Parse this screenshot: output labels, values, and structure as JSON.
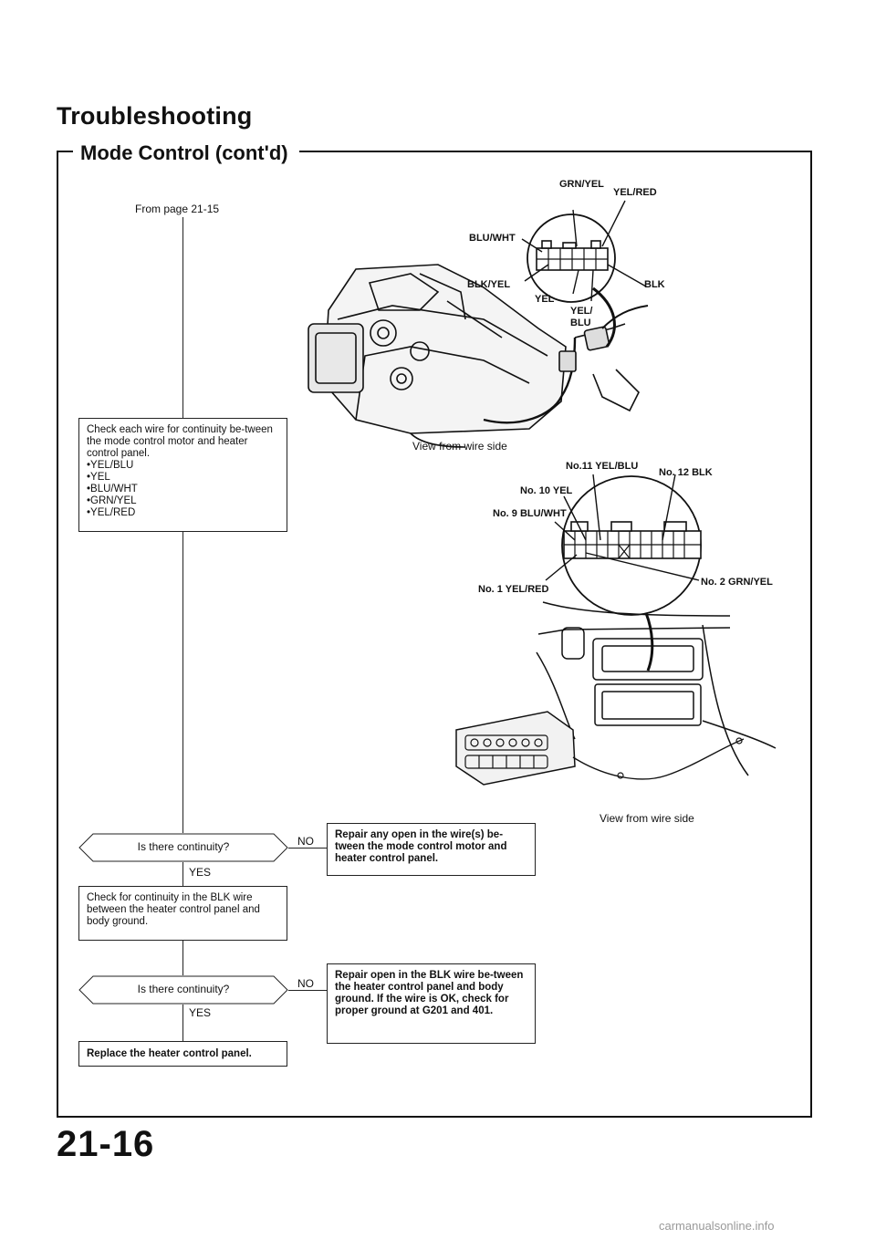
{
  "header": {
    "title": "Troubleshooting",
    "section": "Mode Control (cont'd)"
  },
  "flow": {
    "from_page": "From page 21-15",
    "check_wires": {
      "text": "Check each wire for continuity be-tween the mode control motor and heater control panel.",
      "items": [
        "YEL/BLU",
        "YEL",
        "BLU/WHT",
        "GRN/YEL",
        "YEL/RED"
      ]
    },
    "decision1": {
      "question": "Is there continuity?",
      "yes": "YES",
      "no": "NO"
    },
    "repair1": "Repair any open in the wire(s) be-tween the mode control motor and heater control panel.",
    "check_blk": "Check for continuity in the BLK wire between the heater control panel and body ground.",
    "decision2": {
      "question": "Is there continuity?",
      "yes": "YES",
      "no": "NO"
    },
    "repair2": "Repair open in the BLK wire be-tween the heater control panel and body ground. If the wire is OK, check for proper ground at G201 and 401.",
    "replace": "Replace the heater control panel."
  },
  "diagram_top": {
    "labels": {
      "grn_yel": "GRN/YEL",
      "yel_red": "YEL/RED",
      "blu_wht": "BLU/WHT",
      "blk_yel": "BLK/YEL",
      "blk": "BLK",
      "yel": "YEL",
      "yel_blu_1": "YEL/",
      "yel_blu_2": "BLU"
    },
    "caption": "View from wire side"
  },
  "diagram_bottom": {
    "labels": {
      "no11": "No.11 YEL/BLU",
      "no12": "No. 12 BLK",
      "no10": "No. 10 YEL",
      "no9": "No. 9 BLU/WHT",
      "no1": "No. 1 YEL/RED",
      "no2": "No. 2 GRN/YEL"
    },
    "caption": "View from wire side"
  },
  "footer": {
    "page_number": "21-16",
    "watermark": "carmanualsonline.info"
  }
}
